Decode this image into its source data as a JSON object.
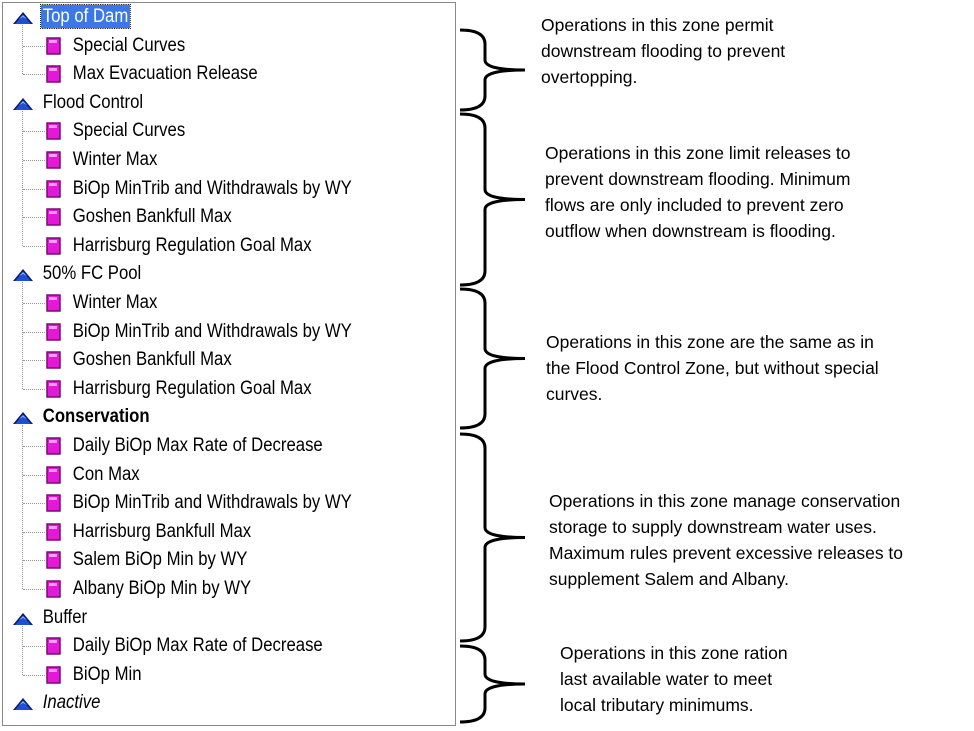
{
  "tree": {
    "zones": [
      {
        "label": "Top of Dam",
        "selected": true,
        "rules": [
          "Special Curves",
          "Max Evacuation Release"
        ]
      },
      {
        "label": "Flood Control",
        "rules": [
          "Special Curves",
          "Winter Max",
          "BiOp MinTrib and Withdrawals by WY",
          "Goshen Bankfull Max",
          "Harrisburg Regulation Goal Max"
        ]
      },
      {
        "label": "50% FC Pool",
        "rules": [
          "Winter Max",
          "BiOp MinTrib and Withdrawals by WY",
          "Goshen Bankfull Max",
          "Harrisburg Regulation Goal Max"
        ]
      },
      {
        "label": "Conservation",
        "bold": true,
        "rules": [
          "Daily BiOp Max Rate of Decrease",
          "Con Max",
          "BiOp MinTrib and Withdrawals by WY",
          "Harrisburg Bankfull Max",
          "Salem BiOp Min by WY",
          "Albany BiOp Min by WY"
        ]
      },
      {
        "label": "Buffer",
        "rules": [
          "Daily BiOp Max Rate of Decrease",
          "BiOp Min"
        ]
      },
      {
        "label": "Inactive",
        "italic": true,
        "rules": []
      }
    ]
  },
  "annotations": [
    {
      "text": "Operations in this zone permit\ndownstream flooding to prevent\novertopping."
    },
    {
      "text": "Operations in this zone limit releases to\nprevent downstream flooding. Minimum\nflows are only included to prevent zero\noutflow when downstream is flooding."
    },
    {
      "text": "Operations in this zone are the same as in\nthe Flood Control Zone, but without special\ncurves."
    },
    {
      "text": "Operations in this zone manage conservation\nstorage to supply downstream water uses.\nMaximum rules prevent excessive releases to\nsupplement Salem and Albany."
    },
    {
      "text": "Operations in this zone ration\nlast available water to meet\nlocal tributary minimums."
    }
  ],
  "colors": {
    "zone_icon": "#1f4fd6",
    "zone_icon_dark": "#0a1d6b",
    "rule_icon": "#e419d8",
    "rule_icon_dark": "#7a0a74",
    "selection": "#3b78e7"
  }
}
